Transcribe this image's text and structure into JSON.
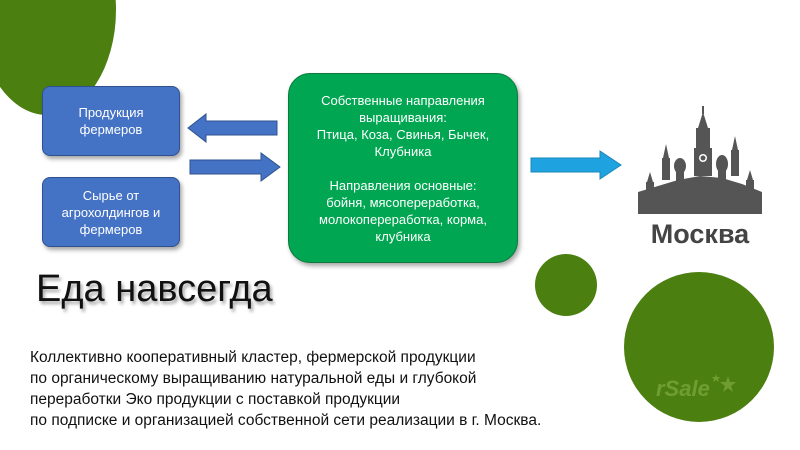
{
  "boxes": {
    "farm_products": "Продукция\nфермеров",
    "raw_materials": "Сырье от\nагрохолдингов и\nфермеров",
    "directions": "Собственные направления\nвыращивания:\nПтица, Коза, Свинья, Бычек,\nКлубника\n\nНаправления основные:\nбойня, мясопереработка,\nмолокопереработка, корма,\nклубника"
  },
  "city_label": "Москва",
  "title": "Еда навсегда",
  "description": "Коллективно кооперативный кластер, фермерской продукции\nпо органическому выращиванию  натуральной еды и глубокой\nпереработки  Эко продукции с поставкой продукции\nпо подписке и организацией собственной сети реализации в г. Москва.",
  "watermark": "rSale",
  "colors": {
    "green_circle": "#4b7f10",
    "blue_box": "#4472c4",
    "green_box": "#00a651",
    "light_blue_arrow": "#1fa3e0",
    "silhouette": "#555555"
  },
  "icons": [
    "moscow-skyline-icon",
    "arrow-left-icon",
    "arrow-right-icon",
    "watermark-stars-icon"
  ]
}
